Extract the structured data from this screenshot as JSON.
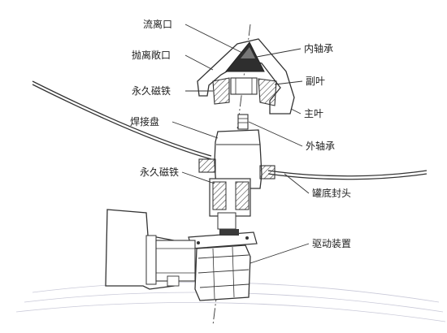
{
  "labels": {
    "liulikou": "流离口",
    "paolisankou": "抛离敞口",
    "yongjiucitie_top": "永久磁铁",
    "hanjiepan": "焊接盘",
    "yongjiucitie_bottom": "永久磁铁",
    "neizhoucheng": "内轴承",
    "fuye": "副叶",
    "zhuye": "主叶",
    "waizhoucheng": "外轴承",
    "guandifengtou": "罐底封头",
    "qudongzhuangzhi": "驱动装置"
  },
  "colors": {
    "line": "#333333",
    "hatch": "#444444",
    "dark": "#3a3a3a"
  }
}
